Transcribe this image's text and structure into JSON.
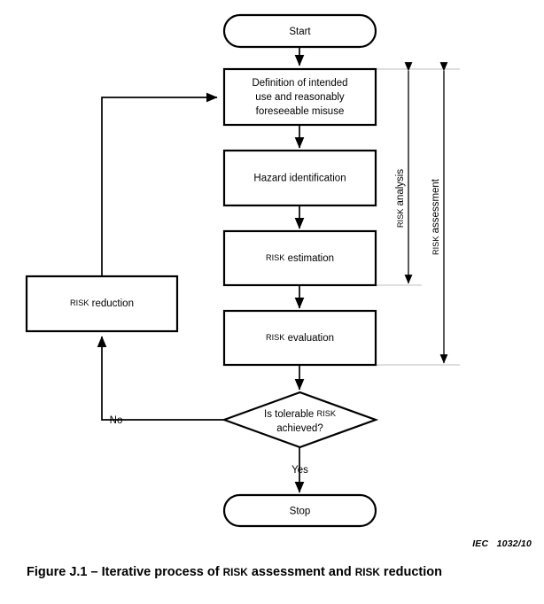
{
  "figure": {
    "id": "Figure J.1",
    "caption_prefix": "Figure J.1 – Iterative process of ",
    "caption_sc1": "RISK",
    "caption_mid": " assessment and ",
    "caption_sc2": "RISK",
    "caption_suffix": " reduction",
    "caption_full": "Figure J.1 – Iterative process of RISK assessment and RISK reduction",
    "source_ref": "IEC   1032/10"
  },
  "chart_data": {
    "type": "diagram",
    "title": "Figure J.1 – Iterative process of RISK assessment and RISK reduction",
    "nodes": [
      {
        "id": "start",
        "shape": "terminator",
        "label": "Start"
      },
      {
        "id": "definition",
        "shape": "process",
        "label_line1": "Definition of intended",
        "label_line2": "use and reasonably",
        "label_line3": "foreseeable misuse"
      },
      {
        "id": "hazard",
        "shape": "process",
        "label": "Hazard identification"
      },
      {
        "id": "estimation",
        "shape": "process",
        "label_sc": "RISK",
        "label_rest": " estimation"
      },
      {
        "id": "evaluation",
        "shape": "process",
        "label_sc": "RISK",
        "label_rest": " evaluation"
      },
      {
        "id": "decision",
        "shape": "decision",
        "label_line1_a": "Is tolerable ",
        "label_line1_sc": "RISK",
        "label_line2": "achieved?"
      },
      {
        "id": "reduction",
        "shape": "process",
        "label_sc": "RISK",
        "label_rest": " reduction"
      },
      {
        "id": "stop",
        "shape": "terminator",
        "label": "Stop"
      }
    ],
    "edges": [
      {
        "from": "start",
        "to": "definition",
        "label": ""
      },
      {
        "from": "definition",
        "to": "hazard",
        "label": ""
      },
      {
        "from": "hazard",
        "to": "estimation",
        "label": ""
      },
      {
        "from": "estimation",
        "to": "evaluation",
        "label": ""
      },
      {
        "from": "evaluation",
        "to": "decision",
        "label": ""
      },
      {
        "from": "decision",
        "to": "stop",
        "label": "Yes"
      },
      {
        "from": "decision",
        "to": "reduction",
        "label": "No"
      },
      {
        "from": "reduction",
        "to": "definition",
        "label": ""
      }
    ],
    "brackets": [
      {
        "id": "risk-analysis",
        "label_sc": "RISK",
        "label_rest": " analysis",
        "spans": [
          "definition",
          "estimation"
        ]
      },
      {
        "id": "risk-assessment",
        "label_sc": "RISK",
        "label_rest": " assessment",
        "spans": [
          "definition",
          "evaluation"
        ]
      }
    ],
    "colors": {
      "stroke": "#000000",
      "fill": "#ffffff",
      "guide": "#bfbfbf",
      "text": "#000000"
    }
  },
  "labels": {
    "start": "Start",
    "stop": "Stop",
    "yes": "Yes",
    "no": "No",
    "definition_l1": "Definition of intended",
    "definition_l2": "use and reasonably",
    "definition_l3": "foreseeable misuse",
    "hazard": "Hazard identification",
    "risk_sc": "RISK",
    "estimation_rest": " estimation",
    "evaluation_rest": " evaluation",
    "reduction_rest": " reduction",
    "decision_l1_a": "Is tolerable ",
    "decision_l2": "achieved?",
    "analysis_rest": " analysis",
    "assessment_rest": " assessment"
  }
}
